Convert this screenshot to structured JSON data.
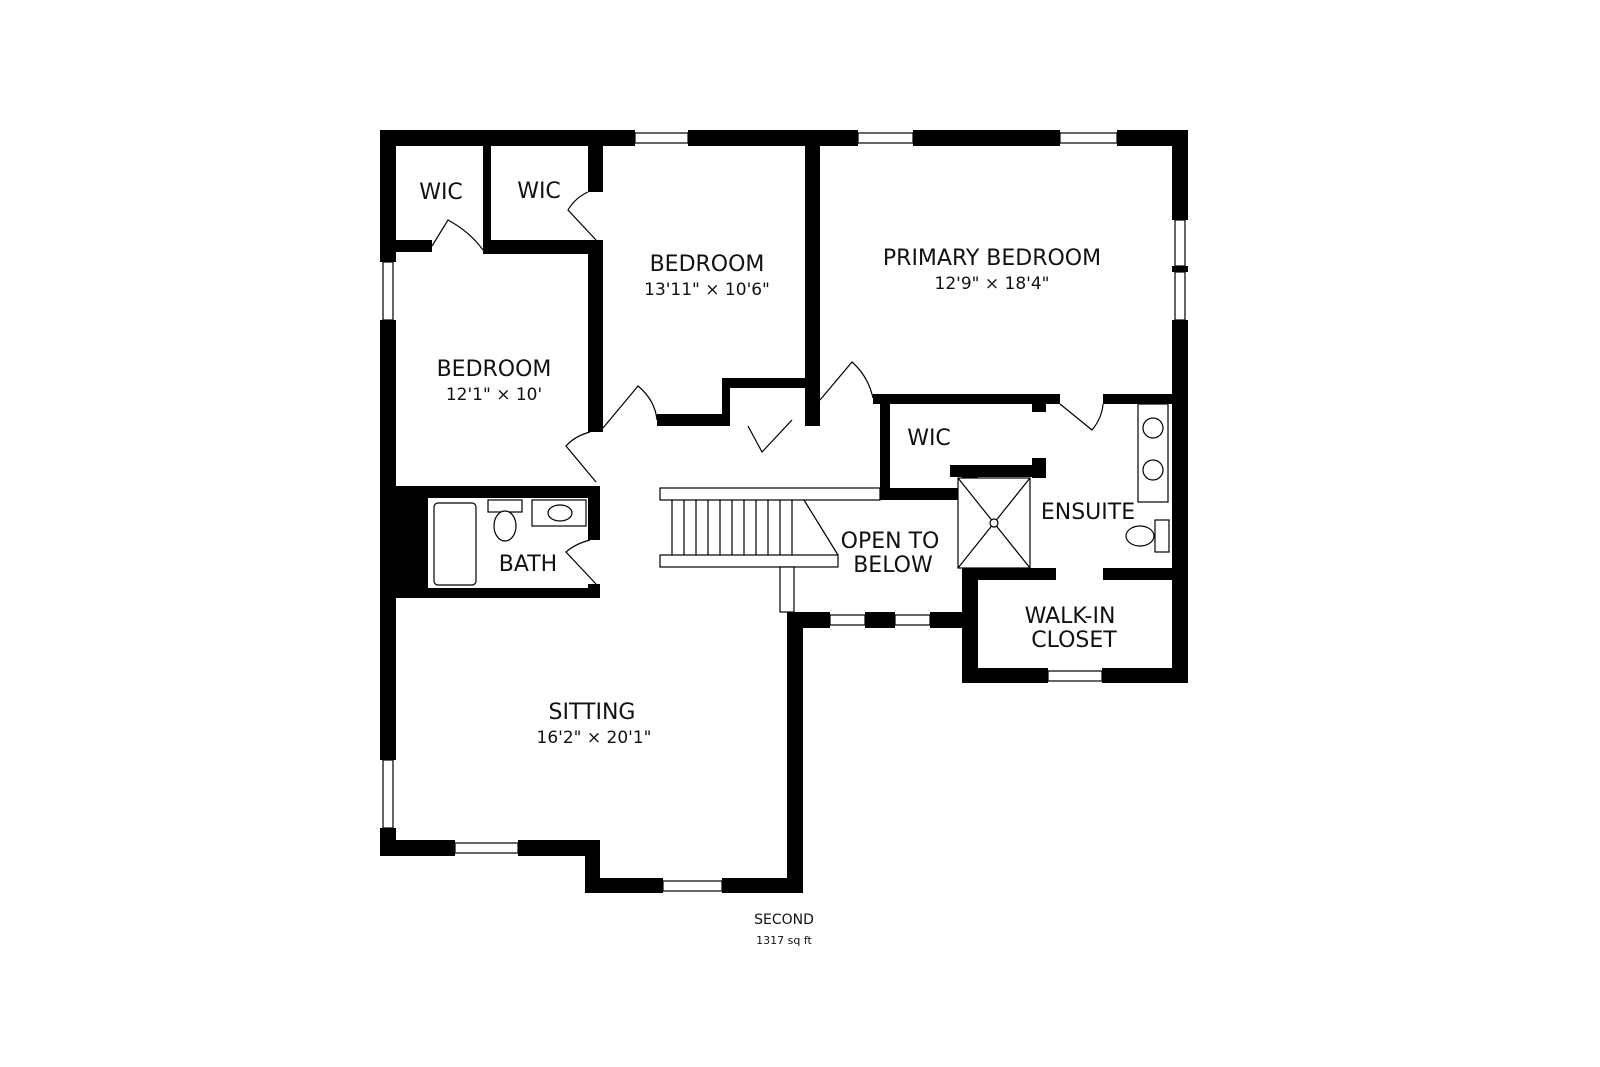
{
  "floor": {
    "name": "SECOND",
    "area": "1317 sq ft"
  },
  "rooms": {
    "wic_left": {
      "name": "WIC"
    },
    "wic_mid": {
      "name": "WIC"
    },
    "bedroom_top": {
      "name": "BEDROOM",
      "dims": "13'11\" × 10'6\""
    },
    "primary": {
      "name": "PRIMARY BEDROOM",
      "dims": "12'9\" × 18'4\""
    },
    "bedroom_left": {
      "name": "BEDROOM",
      "dims": "12'1\" × 10'"
    },
    "wic_primary": {
      "name": "WIC"
    },
    "ensuite": {
      "name": "ENSUITE"
    },
    "bath": {
      "name": "BATH"
    },
    "open_below": {
      "line1": "OPEN TO",
      "line2": "BELOW"
    },
    "walkin": {
      "line1": "WALK-IN",
      "line2": "CLOSET"
    },
    "sitting": {
      "name": "SITTING",
      "dims": "16'2\" × 20'1\""
    }
  },
  "colors": {
    "wall": "#000000",
    "background": "#ffffff"
  }
}
